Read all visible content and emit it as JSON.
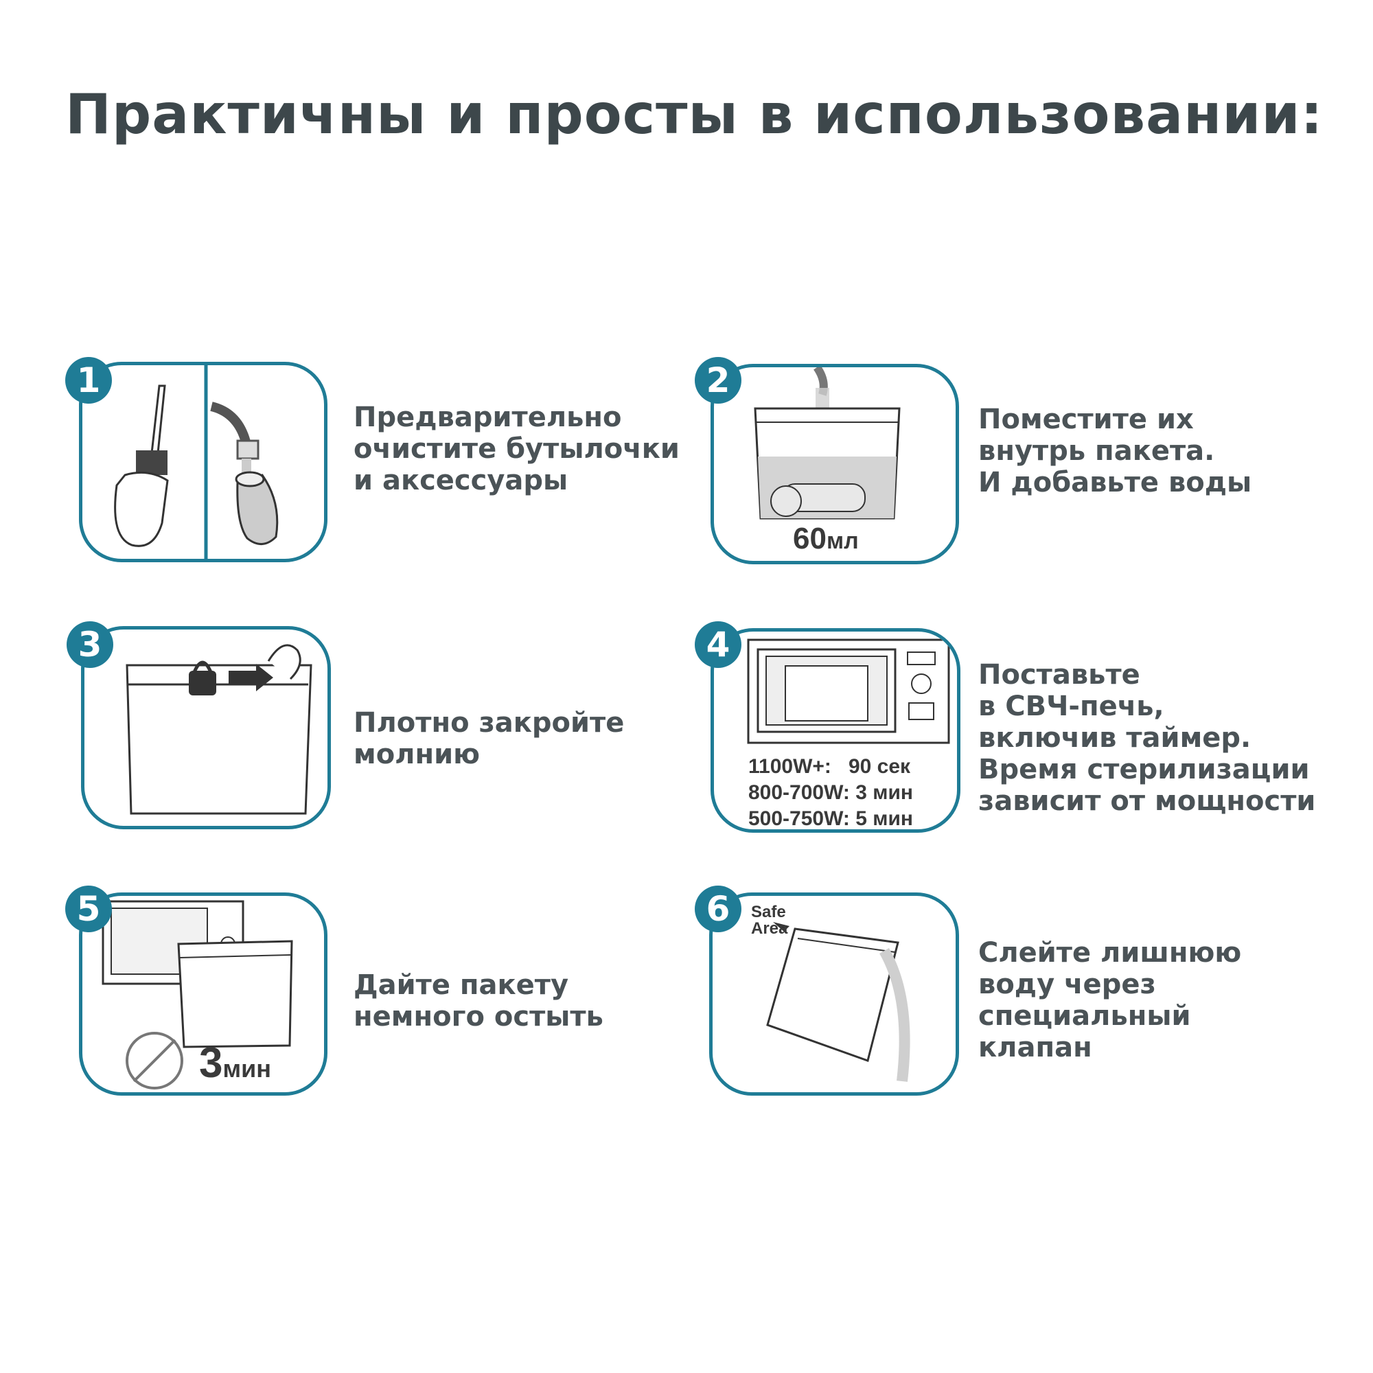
{
  "title": "Практичны и просты в использовании:",
  "steps": [
    {
      "num": "1",
      "lines": [
        "Предварительно",
        "очистите бутылочки",
        "и аксессуары"
      ]
    },
    {
      "num": "2",
      "lines": [
        "Поместите их",
        "внутрь пакета.",
        "И добавьте воды"
      ],
      "volume_value": "60",
      "volume_unit": "мл"
    },
    {
      "num": "3",
      "lines": [
        "Плотно закройте",
        "молнию"
      ]
    },
    {
      "num": "4",
      "lines": [
        "Поставьте",
        "в СВЧ-печь,",
        "включив таймер.",
        "Время стерилизации",
        "зависит от мощности"
      ],
      "power_table": [
        {
          "power": "1100W+:",
          "time": "90",
          "unit": "сек"
        },
        {
          "power": "800-700W:",
          "time": "3",
          "unit": "мин"
        },
        {
          "power": "500-750W:",
          "time": "5",
          "unit": "мин"
        }
      ]
    },
    {
      "num": "5",
      "lines": [
        "Дайте пакету",
        "немного остыть"
      ],
      "wait_value": "3",
      "wait_unit": "мин"
    },
    {
      "num": "6",
      "lines": [
        "Слейте лишнюю",
        "воду через",
        "специальный",
        "клапан"
      ],
      "safe_area": [
        "Safe",
        "Area"
      ]
    }
  ],
  "colors": {
    "accent": "#1f7c96",
    "text": "#3d474b"
  }
}
